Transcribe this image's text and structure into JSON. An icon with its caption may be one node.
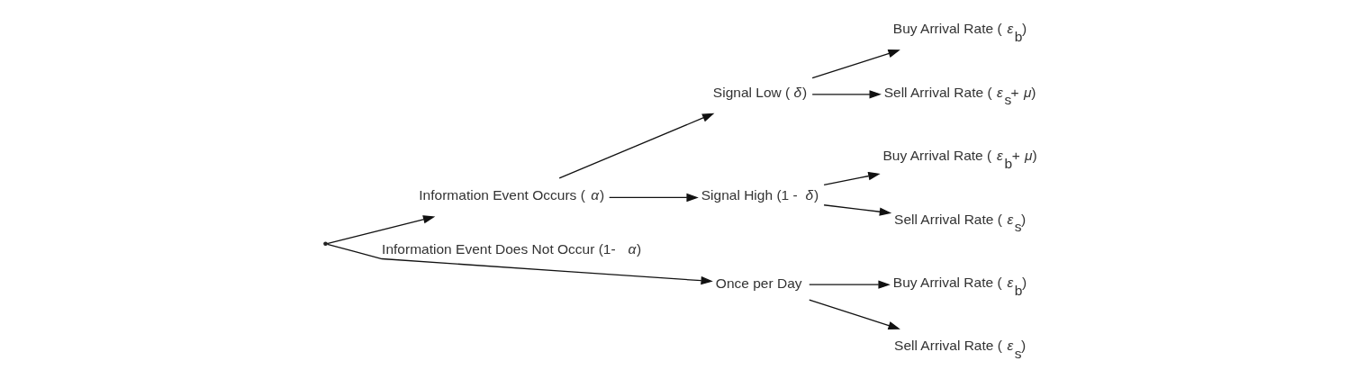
{
  "diagram": {
    "nodes": [
      {
        "text": [],
        "shape": "point"
      },
      {
        "text": [
          "Information Event Occurs (*α*)"
        ]
      },
      {
        "text": [
          "Signal Low (*δ*)"
        ]
      },
      {
        "text": [
          "Signal High (1 - *δ*)"
        ]
      },
      {
        "text": [
          "Once per Day"
        ]
      },
      {
        "text": [
          "Buy Arrival Rate (*ε*$_{b}$)"
        ]
      },
      {
        "text": [
          "Sell Arrival Rate (*ε*$_{s}$+ *μ*)"
        ]
      },
      {
        "text": [
          "Buy Arrival Rate (*ε*$_{b}$+ *μ*)"
        ]
      },
      {
        "text": [
          "Sell Arrival Rate (*ε*$_{s}$)"
        ]
      },
      {
        "text": [
          "Buy Arrival Rate (*ε*$_{b}$)"
        ]
      },
      {
        "text": [
          "Sell Arrival Rate (*ε*$_{s}$)"
        ]
      }
    ],
    "edges": [
      {
        "from": 0,
        "to": 1,
        "arrow": "to"
      },
      {
        "from": 0,
        "to": 4,
        "arrow": "to",
        "label": "Information Event Does Not Occur (1- *α*)"
      },
      {
        "from": 1,
        "to": 2,
        "arrow": "to"
      },
      {
        "from": 1,
        "to": 3,
        "arrow": "to"
      },
      {
        "from": 2,
        "to": 5,
        "arrow": "to"
      },
      {
        "from": 2,
        "to": 6,
        "arrow": "to"
      },
      {
        "from": 3,
        "to": 7,
        "arrow": "to"
      },
      {
        "from": 3,
        "to": 8,
        "arrow": "to"
      },
      {
        "from": 4,
        "to": 9,
        "arrow": "to"
      },
      {
        "from": 4,
        "to": 10,
        "arrow": "to"
      }
    ]
  }
}
